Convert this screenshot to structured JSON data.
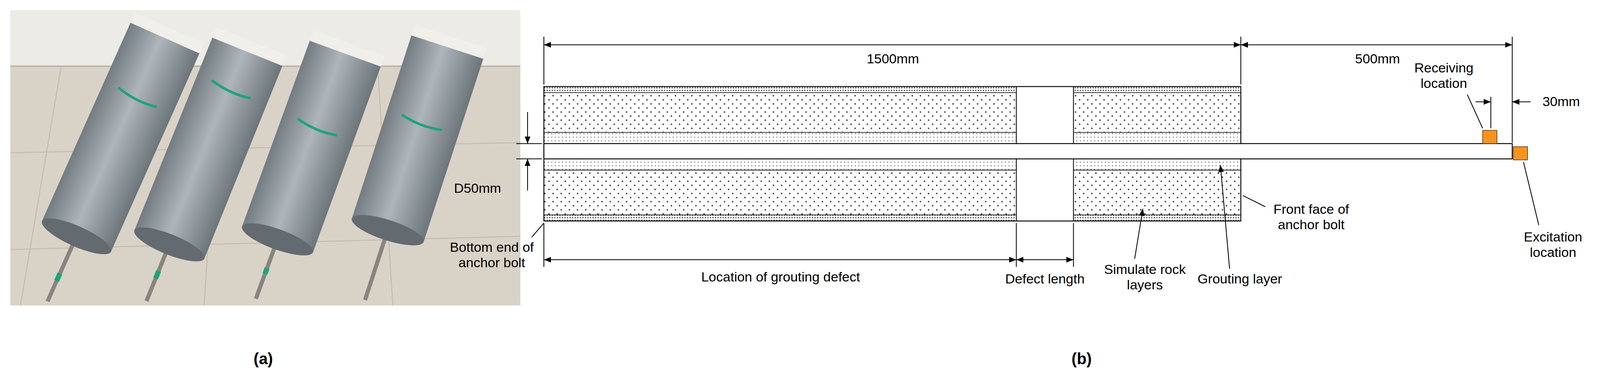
{
  "diagram": {
    "labels": [
      "(a)",
      "1500mm",
      "500mm",
      "Receiving location",
      "30mm",
      "D50mm",
      "Front face of anchor bolt",
      "Excitation location",
      "Bottom end of anchor bolt",
      "Location of grouting defect",
      "Defect length",
      "Simulate rock layers",
      "Grouting layer",
      "(b)"
    ]
  }
}
